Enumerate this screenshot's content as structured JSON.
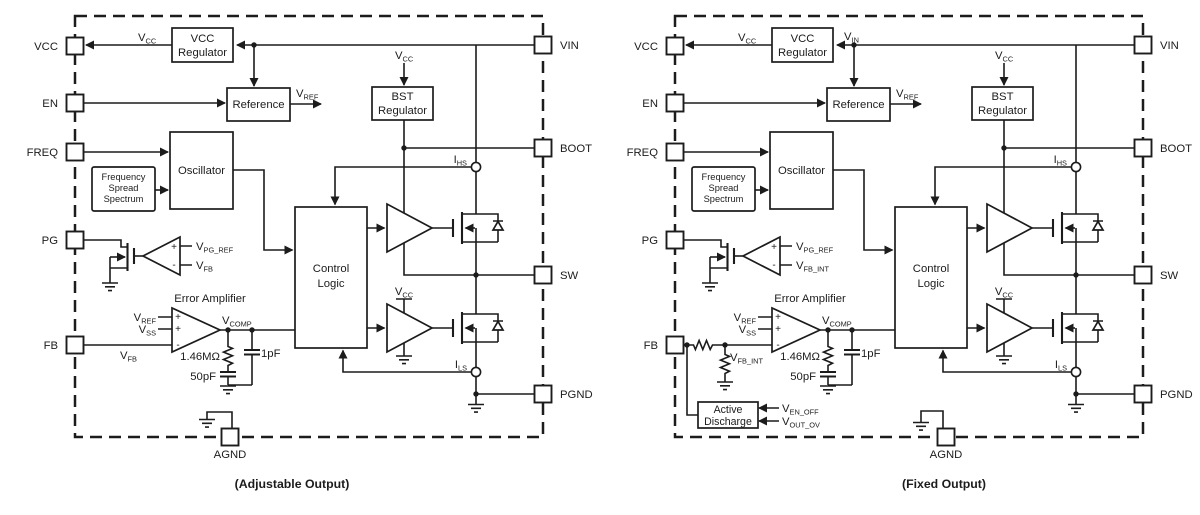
{
  "colors": {
    "ink": "#1c1c1c",
    "paper": "#ffffff"
  },
  "signs": {
    "plus": "+",
    "minus": "-"
  },
  "left": {
    "caption": "(Adjustable Output)",
    "pins": {
      "vcc": "VCC",
      "en": "EN",
      "freq": "FREQ",
      "pg": "PG",
      "fb": "FB",
      "vin": "VIN",
      "boot": "BOOT",
      "sw": "SW",
      "pgnd": "PGND",
      "agnd": "AGND"
    },
    "blocks": {
      "vcc_reg": [
        "VCC",
        "Regulator"
      ],
      "reference": "Reference",
      "bst_reg": [
        "BST",
        "Regulator"
      ],
      "oscillator": "Oscillator",
      "fss": [
        "Frequency",
        "Spread",
        "Spectrum"
      ],
      "control": [
        "Control",
        "Logic"
      ]
    },
    "labels": {
      "vcc": {
        "m": "V",
        "s": "CC"
      },
      "vref": {
        "m": "V",
        "s": "REF"
      },
      "bst_vcc": {
        "m": "V",
        "s": "CC"
      },
      "ihs": {
        "m": "I",
        "s": "HS"
      },
      "ils": {
        "m": "I",
        "s": "LS"
      },
      "pg_ref": {
        "m": "V",
        "s": "PG_REF"
      },
      "pg_fb": {
        "m": "V",
        "s": "FB"
      },
      "ea_title": "Error Amplifier",
      "ea_vref": {
        "m": "V",
        "s": "REF"
      },
      "ea_vss": {
        "m": "V",
        "s": "SS"
      },
      "fb": {
        "m": "V",
        "s": "FB"
      },
      "vcomp": {
        "m": "V",
        "s": "COMP"
      },
      "r_comp": "1.46MΩ",
      "c_comp": "50pF",
      "c_hf": "1pF",
      "drv_vcc": {
        "m": "V",
        "s": "CC"
      }
    }
  },
  "right": {
    "caption": "(Fixed Output)",
    "pins": {
      "vcc": "VCC",
      "en": "EN",
      "freq": "FREQ",
      "pg": "PG",
      "fb": "FB",
      "vin": "VIN",
      "boot": "BOOT",
      "sw": "SW",
      "pgnd": "PGND",
      "agnd": "AGND"
    },
    "blocks": {
      "vcc_reg": [
        "VCC",
        "Regulator"
      ],
      "reference": "Reference",
      "bst_reg": [
        "BST",
        "Regulator"
      ],
      "oscillator": "Oscillator",
      "fss": [
        "Frequency",
        "Spread",
        "Spectrum"
      ],
      "control": [
        "Control",
        "Logic"
      ],
      "active": [
        "Active",
        "Discharge"
      ]
    },
    "labels": {
      "vcc": {
        "m": "V",
        "s": "CC"
      },
      "vin": {
        "m": "V",
        "s": "IN"
      },
      "vref": {
        "m": "V",
        "s": "REF"
      },
      "bst_vcc": {
        "m": "V",
        "s": "CC"
      },
      "ihs": {
        "m": "I",
        "s": "HS"
      },
      "ils": {
        "m": "I",
        "s": "LS"
      },
      "pg_ref": {
        "m": "V",
        "s": "PG_REF"
      },
      "pg_fb": {
        "m": "V",
        "s": "FB_INT"
      },
      "ea_title": "Error Amplifier",
      "ea_vref": {
        "m": "V",
        "s": "REF"
      },
      "ea_vss": {
        "m": "V",
        "s": "SS"
      },
      "fb_int": {
        "m": "V",
        "s": "FB_INT"
      },
      "vcomp": {
        "m": "V",
        "s": "COMP"
      },
      "r_comp": "1.46MΩ",
      "c_comp": "50pF",
      "c_hf": "1pF",
      "drv_vcc": {
        "m": "V",
        "s": "CC"
      },
      "en_off": {
        "m": "V",
        "s": "EN_OFF"
      },
      "out_ov": {
        "m": "V",
        "s": "OUT_OV"
      }
    }
  }
}
